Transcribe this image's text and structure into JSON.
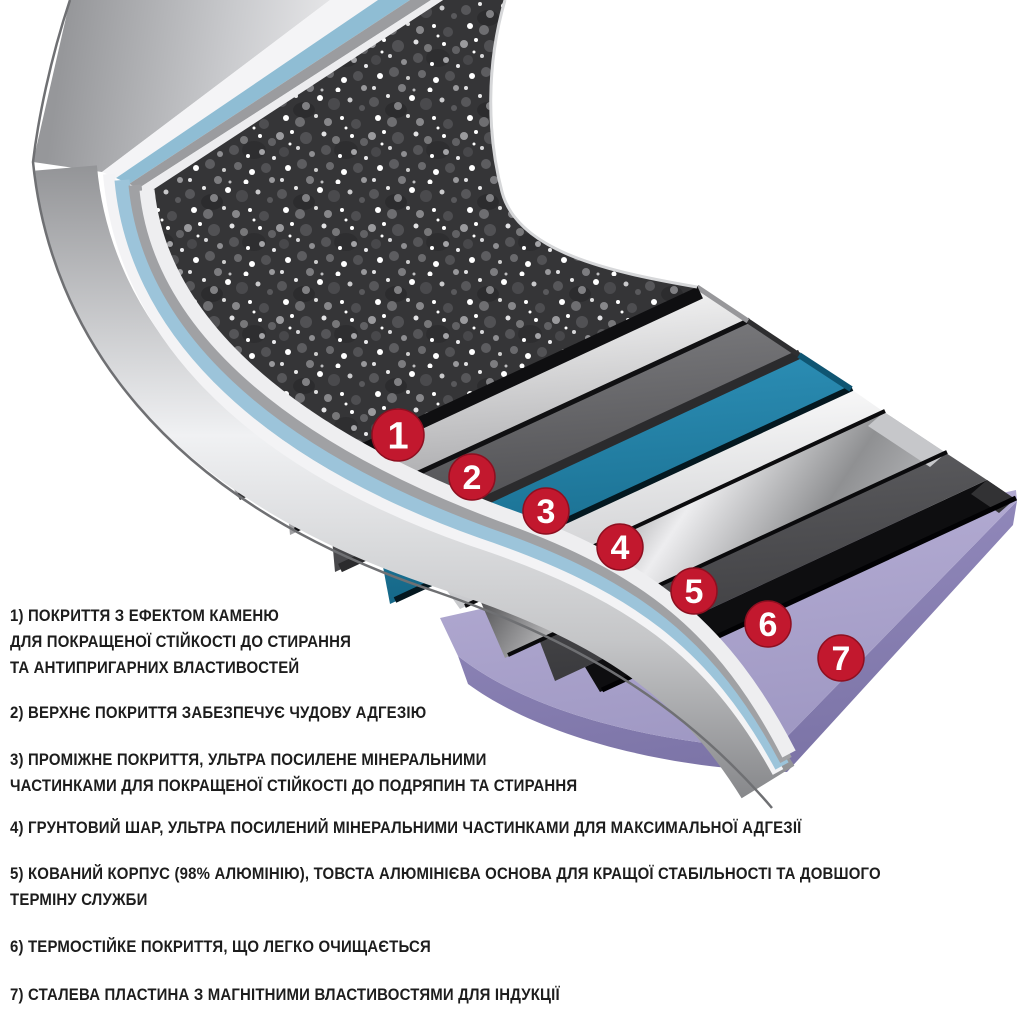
{
  "figure": {
    "type": "cookware-layer-cross-section",
    "markers": [
      "1",
      "2",
      "3",
      "4",
      "5",
      "6",
      "7"
    ],
    "colors": {
      "marker_red": "#c2182e",
      "stone_layer": "#353537",
      "topcoat_silver": "#e9e9eb",
      "midcoat_dark": "#58585b",
      "primer_teal": "#1f7ea6",
      "aluminum_body": "#d9dadc",
      "thermo_coat_dark": "#3f3f42",
      "steel_plate_lavender": "#aaa2cc",
      "wall_blue_line": "#8fbdd4"
    }
  },
  "legend": {
    "items": [
      {
        "lines": [
          "1) ПОКРИТТЯ З ЕФЕКТОМ КАМЕНЮ",
          "ДЛЯ ПОКРАЩЕНОЇ СТІЙКОСТІ ДО СТИРАННЯ",
          "ТА АНТИПРИГАРНИХ ВЛАСТИВОСТЕЙ"
        ]
      },
      {
        "lines": [
          "2) ВЕРХНЄ ПОКРИТТЯ ЗАБЕЗПЕЧУЄ ЧУДОВУ АДГЕЗІЮ"
        ]
      },
      {
        "lines": [
          "3) ПРОМІЖНЕ ПОКРИТТЯ, УЛЬТРА ПОСИЛЕНЕ МІНЕРАЛЬНИМИ",
          "ЧАСТИНКАМИ ДЛЯ ПОКРАЩЕНОЇ СТІЙКОСТІ ДО ПОДРЯПИН ТА СТИРАННЯ"
        ]
      },
      {
        "lines": [
          "4) ГРУНТОВИЙ ШАР, УЛЬТРА ПОСИЛЕНИЙ МІНЕРАЛЬНИМИ ЧАСТИНКАМИ ДЛЯ МАКСИМАЛЬНОЇ АДГЕЗІЇ"
        ]
      },
      {
        "lines": [
          "5) КОВАНИЙ КОРПУС (98% АЛЮМІНІЮ), ТОВСТА АЛЮМІНІЄВА ОСНОВА ДЛЯ КРАЩОЇ СТАБІЛЬНОСТІ ТА ДОВШОГО",
          "ТЕРМІНУ СЛУЖБИ"
        ]
      },
      {
        "lines": [
          "6) ТЕРМОСТІЙКЕ ПОКРИТТЯ, ЩО ЛЕГКО ОЧИЩАЄТЬСЯ"
        ]
      },
      {
        "lines": [
          "7) СТАЛЕВА ПЛАСТИНА З МАГНІТНИМИ ВЛАСТИВОСТЯМИ ДЛЯ ІНДУКЦІЇ"
        ]
      }
    ]
  }
}
